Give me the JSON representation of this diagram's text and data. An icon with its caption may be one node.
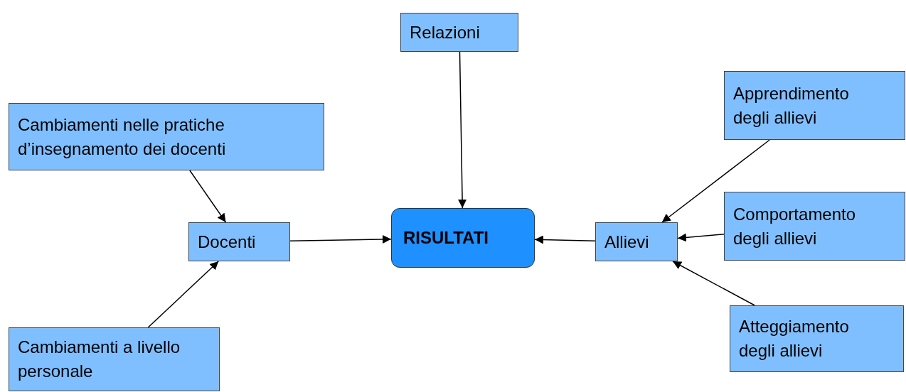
{
  "diagram": {
    "nodes": [
      {
        "text": [
          "Relazioni"
        ]
      },
      {
        "text": [
          "Cambiamenti nelle pratiche d’insegnamento dei docenti"
        ]
      },
      {
        "text": [
          "Apprendimento degli allievi"
        ]
      },
      {
        "text": [
          "Docenti"
        ]
      },
      {
        "text": [
          "RISULTATI"
        ]
      },
      {
        "text": [
          "Allievi"
        ]
      },
      {
        "text": [
          "Comportamento degli allievi"
        ]
      },
      {
        "text": [
          "Cambiamenti a livello personale"
        ]
      },
      {
        "text": [
          "Atteggiamento degli allievi"
        ]
      }
    ],
    "edges": [
      {
        "from": 0,
        "to": 4,
        "arrow": "to"
      },
      {
        "from": 1,
        "to": 3,
        "arrow": "to"
      },
      {
        "from": 7,
        "to": 3,
        "arrow": "to"
      },
      {
        "from": 3,
        "to": 4,
        "arrow": "to"
      },
      {
        "from": 5,
        "to": 4,
        "arrow": "to"
      },
      {
        "from": 2,
        "to": 5,
        "arrow": "to"
      },
      {
        "from": 6,
        "to": 5,
        "arrow": "to"
      },
      {
        "from": 8,
        "to": 5,
        "arrow": "to"
      }
    ]
  }
}
